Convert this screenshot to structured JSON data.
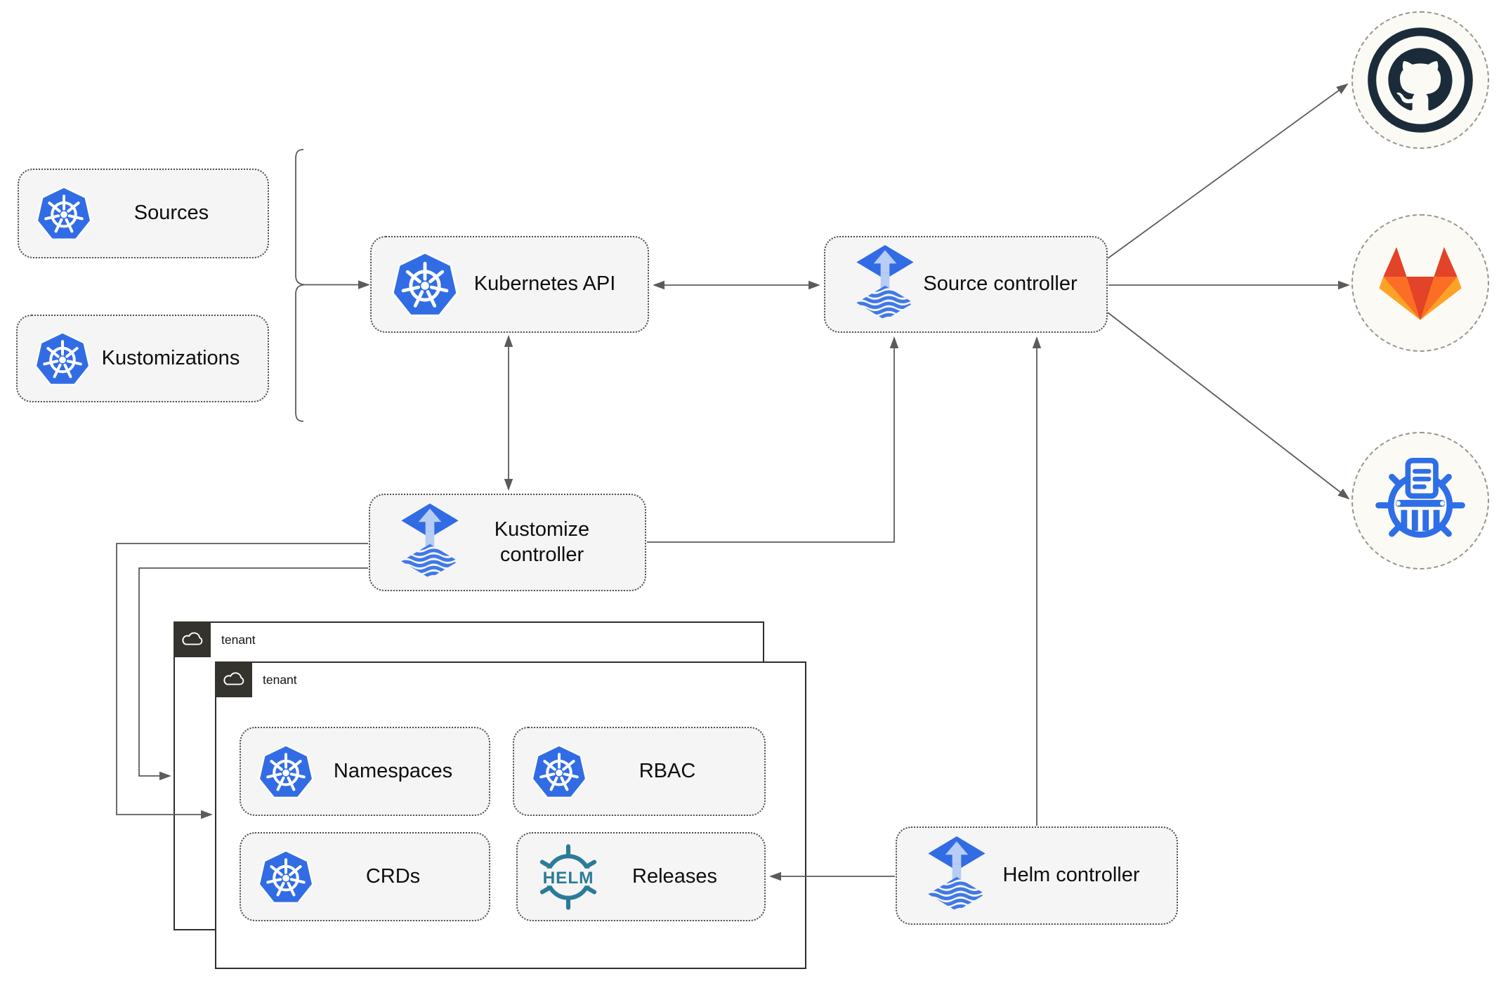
{
  "diagram": {
    "nodes": {
      "sources": "Sources",
      "kustomizations": "Kustomizations",
      "kubernetes_api": "Kubernetes API",
      "source_controller": "Source controller",
      "kustomize_controller": "Kustomize controller",
      "helm_controller": "Helm controller",
      "namespaces": "Namespaces",
      "rbac": "RBAC",
      "crds": "CRDs",
      "releases": "Releases"
    },
    "tenants": {
      "outer_label": "tenant",
      "inner_label": "tenant"
    },
    "helm_logo_text": "HELM",
    "icons": {
      "kubernetes": "kubernetes-wheel-icon",
      "flux": "flux-arrow-diamond-icon",
      "helm": "helm-ship-wheel-icon",
      "cloud": "cloud-icon",
      "github": "github-octocat-icon",
      "gitlab": "gitlab-tanuki-icon",
      "registry": "chart-repository-wheel-icon"
    },
    "colors": {
      "kubernetes_blue": "#326ce5",
      "flux_blue": "#316ce4",
      "flux_arrow_light": "#b7cdf6",
      "helm_teal": "#2a7b9b",
      "github_dark": "#1b2b3a",
      "gitlab_dark_orange": "#e24329",
      "gitlab_orange": "#fc6d26",
      "gitlab_light_orange": "#fca326",
      "registry_blue": "#2e6ee6",
      "node_fill": "#f5f5f5",
      "node_border": "#4d4d4d",
      "wire_gray": "#5b5b5b",
      "tenant_tab": "#35332e"
    }
  }
}
